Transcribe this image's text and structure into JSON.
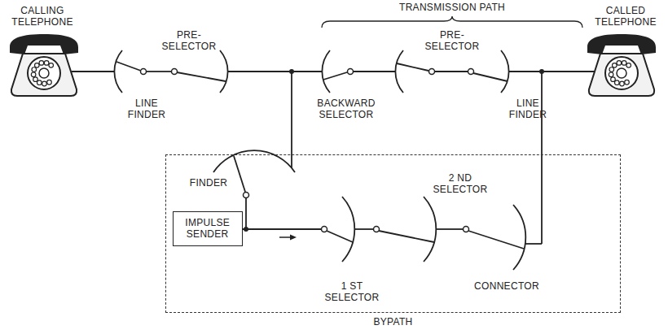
{
  "diagram": {
    "nodes": [
      {
        "text": [
          "BYPATH"
        ]
      },
      {
        "text": [
          "IMPULSE SENDER"
        ],
        "in": 0
      }
    ],
    "labels": [
      "CALLING TELEPHONE",
      "PRE- SELECTOR",
      "LINE FINDER",
      "TRANSMISSION PATH",
      "PRE- SELECTOR",
      "BACKWARD SELECTOR",
      "LINE FINDER",
      "CALLED TELEPHONE",
      "FINDER",
      "2 ND SELECTOR",
      "1 ST SELECTOR",
      "CONNECTOR"
    ]
  }
}
